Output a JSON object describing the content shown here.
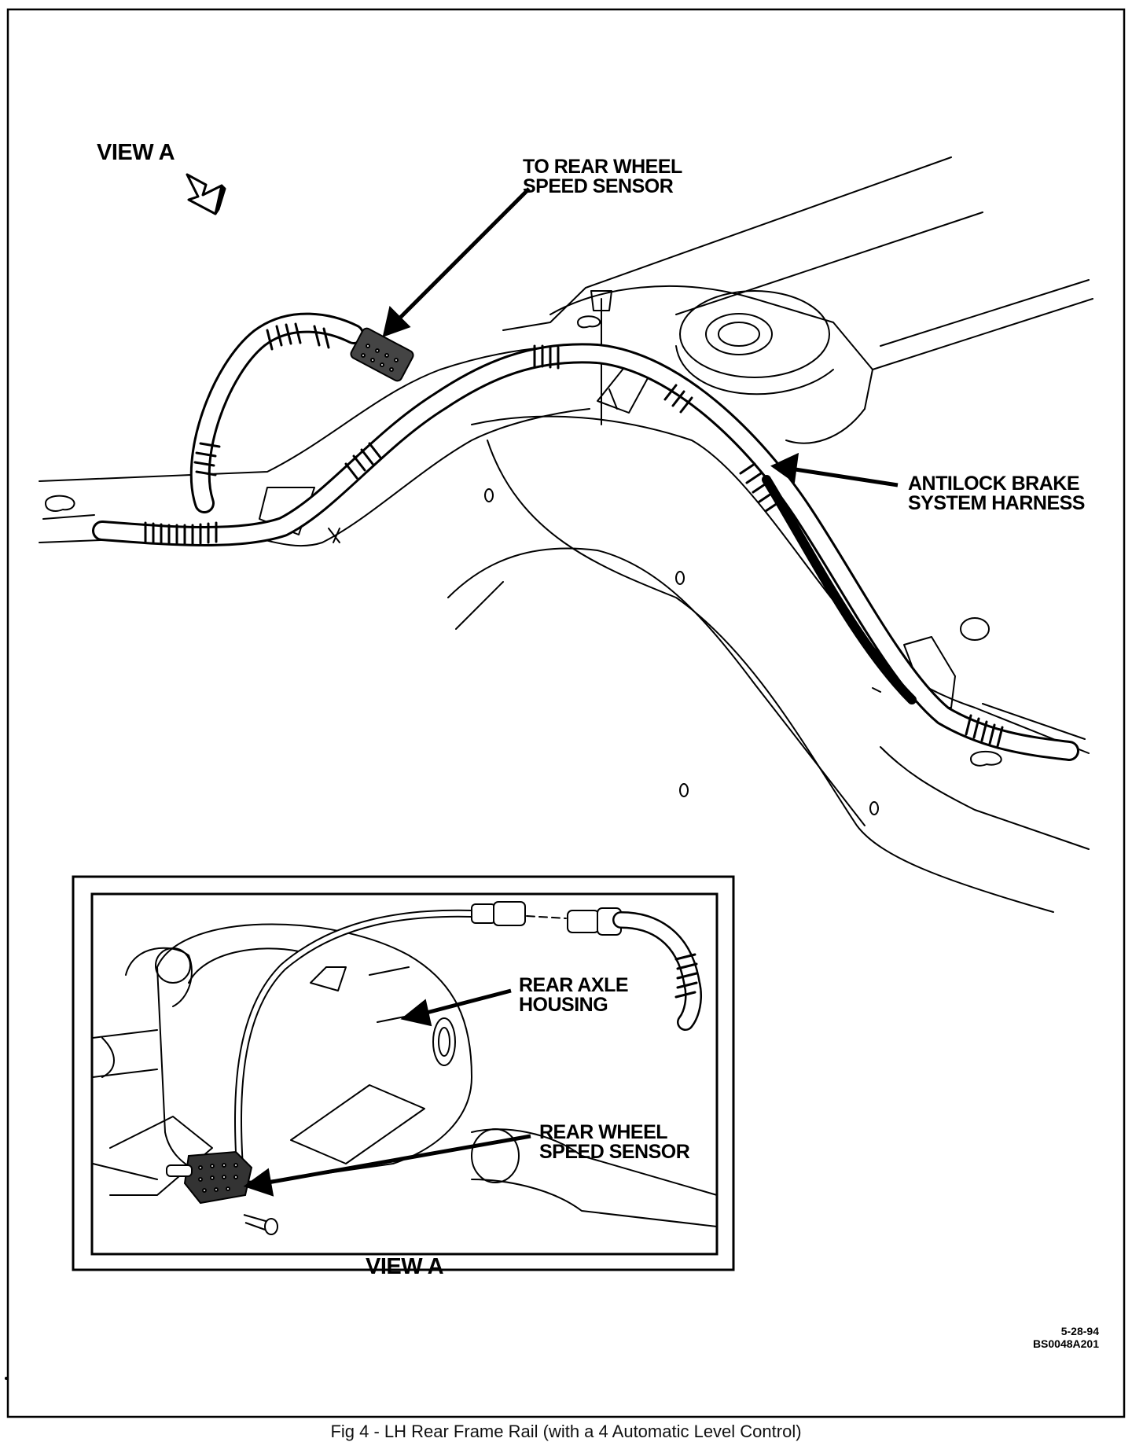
{
  "labels": {
    "view_a_top": "VIEW A",
    "to_rear_wheel_line1": "TO REAR WHEEL",
    "to_rear_wheel_line2": "SPEED SENSOR",
    "abs_harness_line1": "ANTILOCK BRAKE",
    "abs_harness_line2": "SYSTEM HARNESS",
    "rear_axle_line1": "REAR AXLE",
    "rear_axle_line2": "HOUSING",
    "rear_wheel_sensor_line1": "REAR WHEEL",
    "rear_wheel_sensor_line2": "SPEED SENSOR",
    "view_a_inset": "VIEW A"
  },
  "drawing_code": {
    "date": "5-28-94",
    "id": "BS0048A201"
  },
  "caption": "Fig 4 - LH Rear Frame Rail (with a 4 Automatic Level Control)"
}
